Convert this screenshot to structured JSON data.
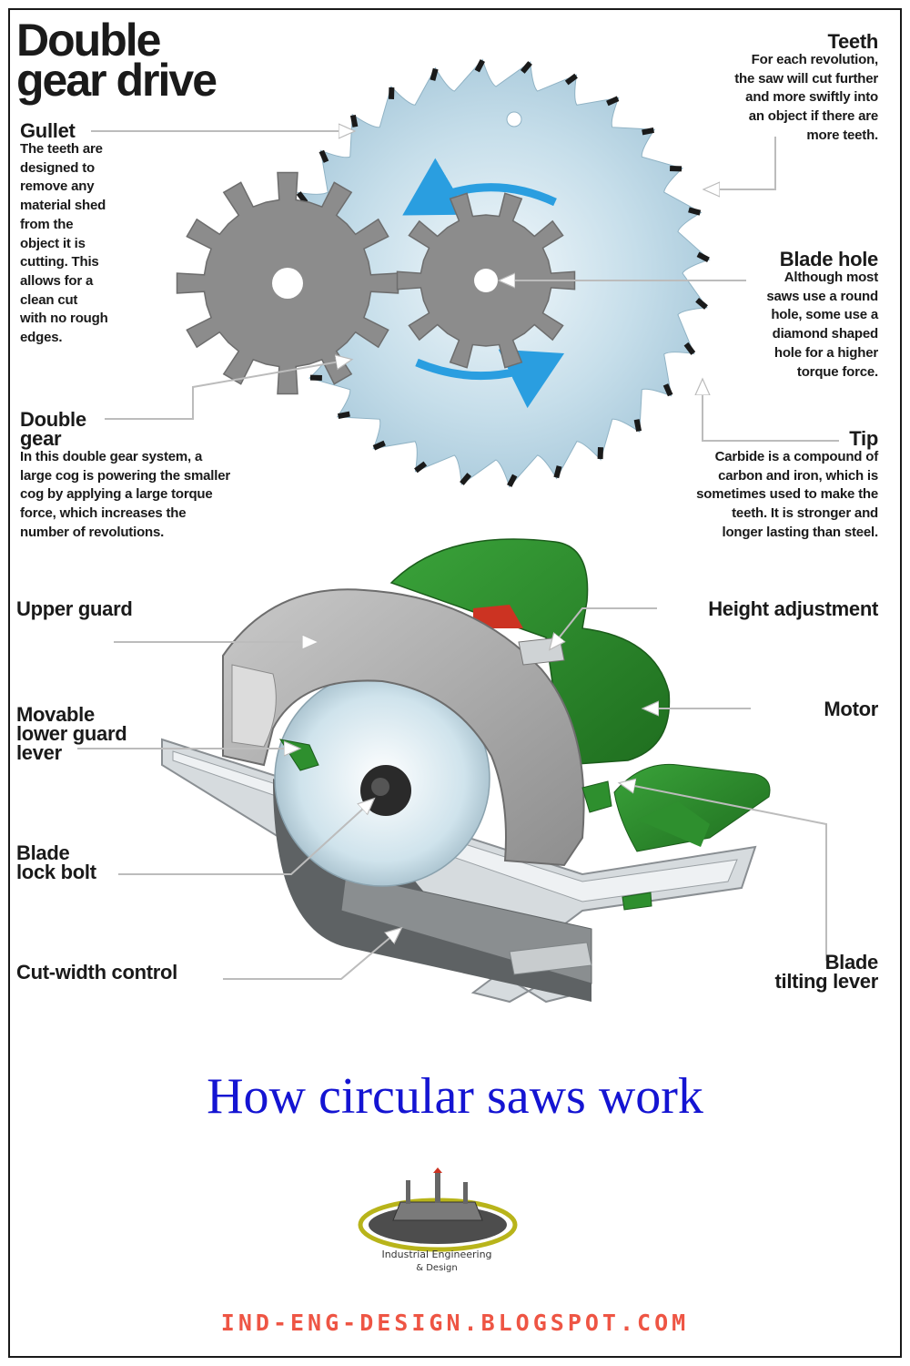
{
  "title": {
    "line1": "Double",
    "line2": "gear drive"
  },
  "labels": {
    "teeth": {
      "heading": "Teeth",
      "body": [
        "For each revolution,",
        "the saw will cut further",
        "and more swiftly into",
        "an object if there are",
        "more teeth."
      ]
    },
    "gullet": {
      "heading": "Gullet",
      "body": [
        "The teeth are",
        "designed to",
        "remove any",
        "material shed",
        "from the",
        "object it is",
        "cutting. This",
        "allows for a",
        "clean cut",
        "with no rough",
        "edges."
      ]
    },
    "blade_hole": {
      "heading": "Blade hole",
      "body": [
        "Although most",
        "saws use a round",
        "hole, some use a",
        "diamond shaped",
        "hole for a higher",
        "torque force."
      ]
    },
    "double_gear": {
      "heading": [
        "Double",
        "gear"
      ],
      "body": [
        "In this double gear system, a",
        "large cog is powering the smaller",
        "cog by applying a large torque",
        "force, which increases the",
        "number of revolutions."
      ]
    },
    "tip": {
      "heading": "Tip",
      "body": [
        "Carbide is a compound of",
        "carbon and iron, which is",
        "sometimes used to make the",
        "teeth. It is stronger and",
        "longer lasting than steel."
      ]
    },
    "upper_guard": "Upper guard",
    "height_adjustment": "Height adjustment",
    "movable_lower_guard_lever": [
      "Movable",
      "lower guard",
      "lever"
    ],
    "motor": "Motor",
    "blade_lock_bolt": [
      "Blade",
      "lock bolt"
    ],
    "cut_width_control": "Cut-width control",
    "blade_tilting_lever": [
      "Blade",
      "tilting lever"
    ]
  },
  "caption": "How circular saws work",
  "logo": {
    "line1": "Industrial Engineering",
    "line2": "& Design"
  },
  "url": "IND-ENG-DESIGN.BLOGSPOT.COM",
  "colors": {
    "blade": "#b9d7e6",
    "gear": "#8b8b8b",
    "motor_green": "#2d8a2d",
    "guard_grey": "#a7a7a7",
    "arrow_blue": "#2a9ee0",
    "caption_blue": "#1414d2",
    "url_red": "#ee5544"
  }
}
